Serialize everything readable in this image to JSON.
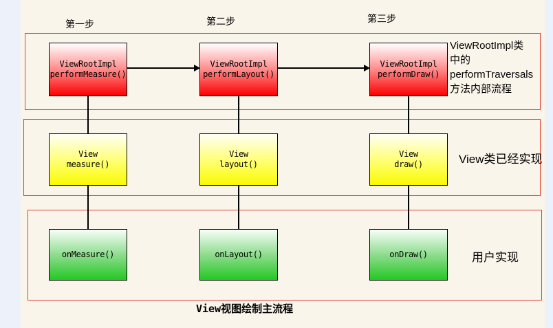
{
  "diagram": {
    "step_labels": [
      "第一步",
      "第二步",
      "第三步"
    ],
    "rows": [
      {
        "side_label": "ViewRootImpl类\n中的\nperformTraversals\n方法内部流程",
        "boxes": [
          {
            "line1": "ViewRootImpl",
            "line2": "performMeasure()"
          },
          {
            "line1": "ViewRootImpl",
            "line2": "performLayout()"
          },
          {
            "line1": "ViewRootImpl",
            "line2": "performDraw()"
          }
        ]
      },
      {
        "side_label": "View类已经实现",
        "boxes": [
          {
            "line1": "View",
            "line2": "measure()"
          },
          {
            "line1": "View",
            "line2": "layout()"
          },
          {
            "line1": "View",
            "line2": "draw()"
          }
        ]
      },
      {
        "side_label": "用户实现",
        "boxes": [
          {
            "label": "onMeasure()"
          },
          {
            "label": "onLayout()"
          },
          {
            "label": "onDraw()"
          }
        ]
      }
    ],
    "footer_title": "View视图绘制主流程",
    "colors": {
      "page_background": "#ecf1fa",
      "canvas_background": "#faf5eb",
      "container_border": "#e23b2c",
      "red_box_gradient_end": "#fb0000",
      "yellow_box_gradient_end": "#fafa00",
      "green_box_gradient_end": "#24c824",
      "connector": "#000000"
    }
  }
}
